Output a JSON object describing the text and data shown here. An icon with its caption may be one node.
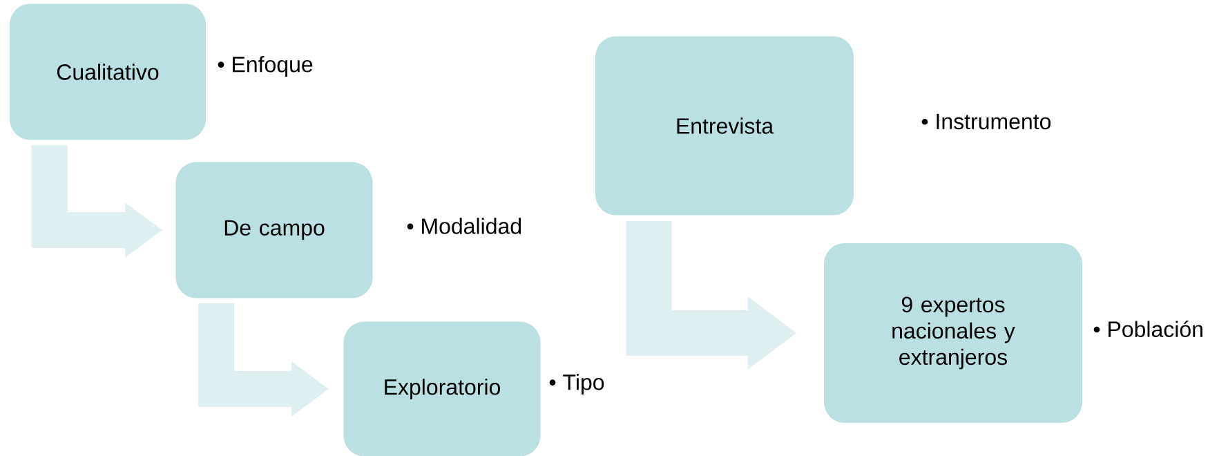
{
  "diagram": {
    "nodes": [
      {
        "text": [
          "Cualitativo"
        ],
        "beside": [
          "• Enfoque"
        ]
      },
      {
        "text": [
          "De campo"
        ],
        "beside": [
          "• Modalidad"
        ]
      },
      {
        "text": [
          "Exploratorio"
        ],
        "beside": [
          "• Tipo"
        ]
      },
      {
        "text": [
          "Entrevista"
        ],
        "beside": [
          "• Instrumento"
        ]
      },
      {
        "text": [
          "9 expertos nacionales y extranjeros"
        ],
        "beside": [
          "• Población"
        ]
      }
    ],
    "edges": [
      {
        "from": 0,
        "to": 1,
        "arrow": "to"
      },
      {
        "from": 1,
        "to": 2,
        "arrow": "to"
      },
      {
        "from": 3,
        "to": 4,
        "arrow": "to"
      }
    ]
  }
}
